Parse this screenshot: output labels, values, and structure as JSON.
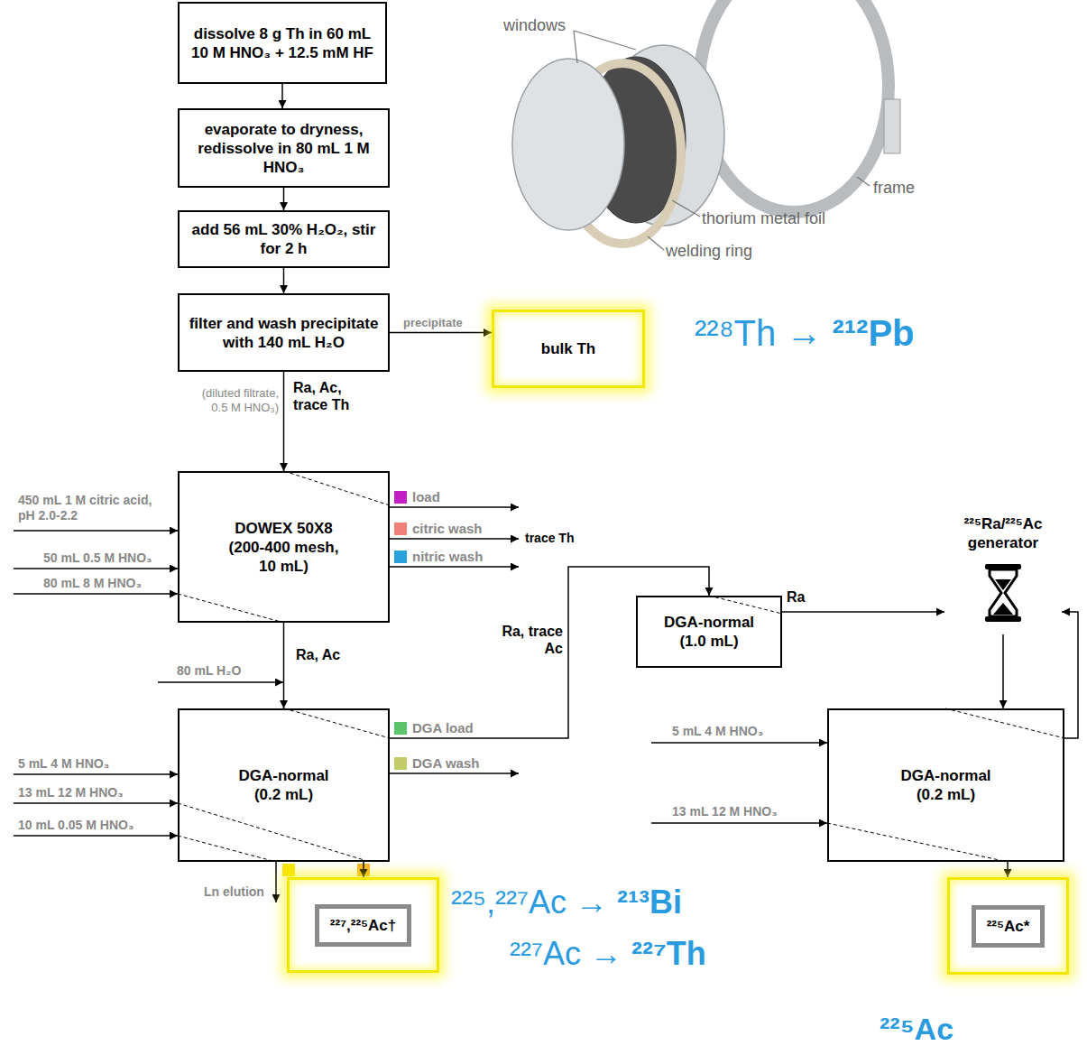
{
  "diagram": {
    "nodes": [
      {
        "text": [
          "dissolve 8 g Th in 60 mL 10 M HNO₃ + 12.5 mM HF"
        ]
      },
      {
        "text": [
          "evaporate to dryness, redissolve in 80 mL 1 M HNO₃"
        ]
      },
      {
        "text": [
          "add 56 mL 30% H₂O₂, stir for 2 h"
        ]
      },
      {
        "text": [
          "filter and wash precipitate with 140 mL H₂O"
        ]
      },
      {
        "text": [
          "bulk Th"
        ]
      },
      {
        "text": [
          "DOWEX 50X8 (200-400 mesh, 10 mL)"
        ]
      },
      {
        "text": [
          "DGA-normal (0.2 mL)"
        ]
      },
      {
        "text": [
          "²²⁷,²²⁵Ac†"
        ]
      },
      {
        "text": [
          "DGA-normal (1.0 mL)"
        ]
      },
      {
        "text": [
          "²²⁵Ra/²²⁵Ac generator"
        ]
      },
      {
        "text": [
          "DGA-normal (0.2 mL)"
        ]
      },
      {
        "text": [
          "²²⁵Ac*"
        ]
      }
    ],
    "edges": [
      {
        "from": 0,
        "to": 1,
        "arrow": "to"
      },
      {
        "from": 1,
        "to": 2,
        "arrow": "to"
      },
      {
        "from": 2,
        "to": 3,
        "arrow": "to"
      },
      {
        "from": 3,
        "to": 4,
        "label": "precipitate",
        "arrow": "to"
      },
      {
        "from": 3,
        "to": 5,
        "label": "Ra, Ac, trace Th",
        "arrow": "to"
      },
      {
        "from": 5,
        "to": 6,
        "label": "Ra, Ac",
        "arrow": "to"
      },
      {
        "from": 6,
        "to": 8,
        "label": "Ra, trace Ac",
        "arrow": "to"
      },
      {
        "from": 8,
        "to": 9,
        "label": "Ra",
        "arrow": "to"
      },
      {
        "from": 9,
        "to": 10,
        "arrow": "to"
      },
      {
        "from": 10,
        "to": 9,
        "arrow": "to"
      },
      {
        "from": 10,
        "to": 11,
        "arrow": "to"
      },
      {
        "from": 6,
        "to": 7,
        "arrow": "to"
      }
    ],
    "labels": [
      "windows",
      "frame",
      "thorium metal foil",
      "welding ring",
      "²²⁸Th → ²¹²Pb",
      "(diluted filtrate, 0.5 M HNO₃)",
      "450 mL 1 M citric acid, pH 2.0-2.2",
      "50 mL 0.5 M HNO₃",
      "80 mL 8 M HNO₃",
      "load",
      "citric wash",
      "nitric wash",
      "trace Th",
      "80 mL H₂O",
      "5 mL 4 M HNO₃",
      "13 mL 12 M HNO₃",
      "10 mL 0.05 M HNO₃",
      "DGA load",
      "DGA wash",
      "Ln elution",
      "5 mL 4 M HNO₃",
      "13 mL 12 M HNO₃",
      "²²⁵,²²⁷Ac → ²¹³Bi",
      "²²⁷Ac → ²²⁷Th",
      "²²⁵Ac"
    ]
  }
}
